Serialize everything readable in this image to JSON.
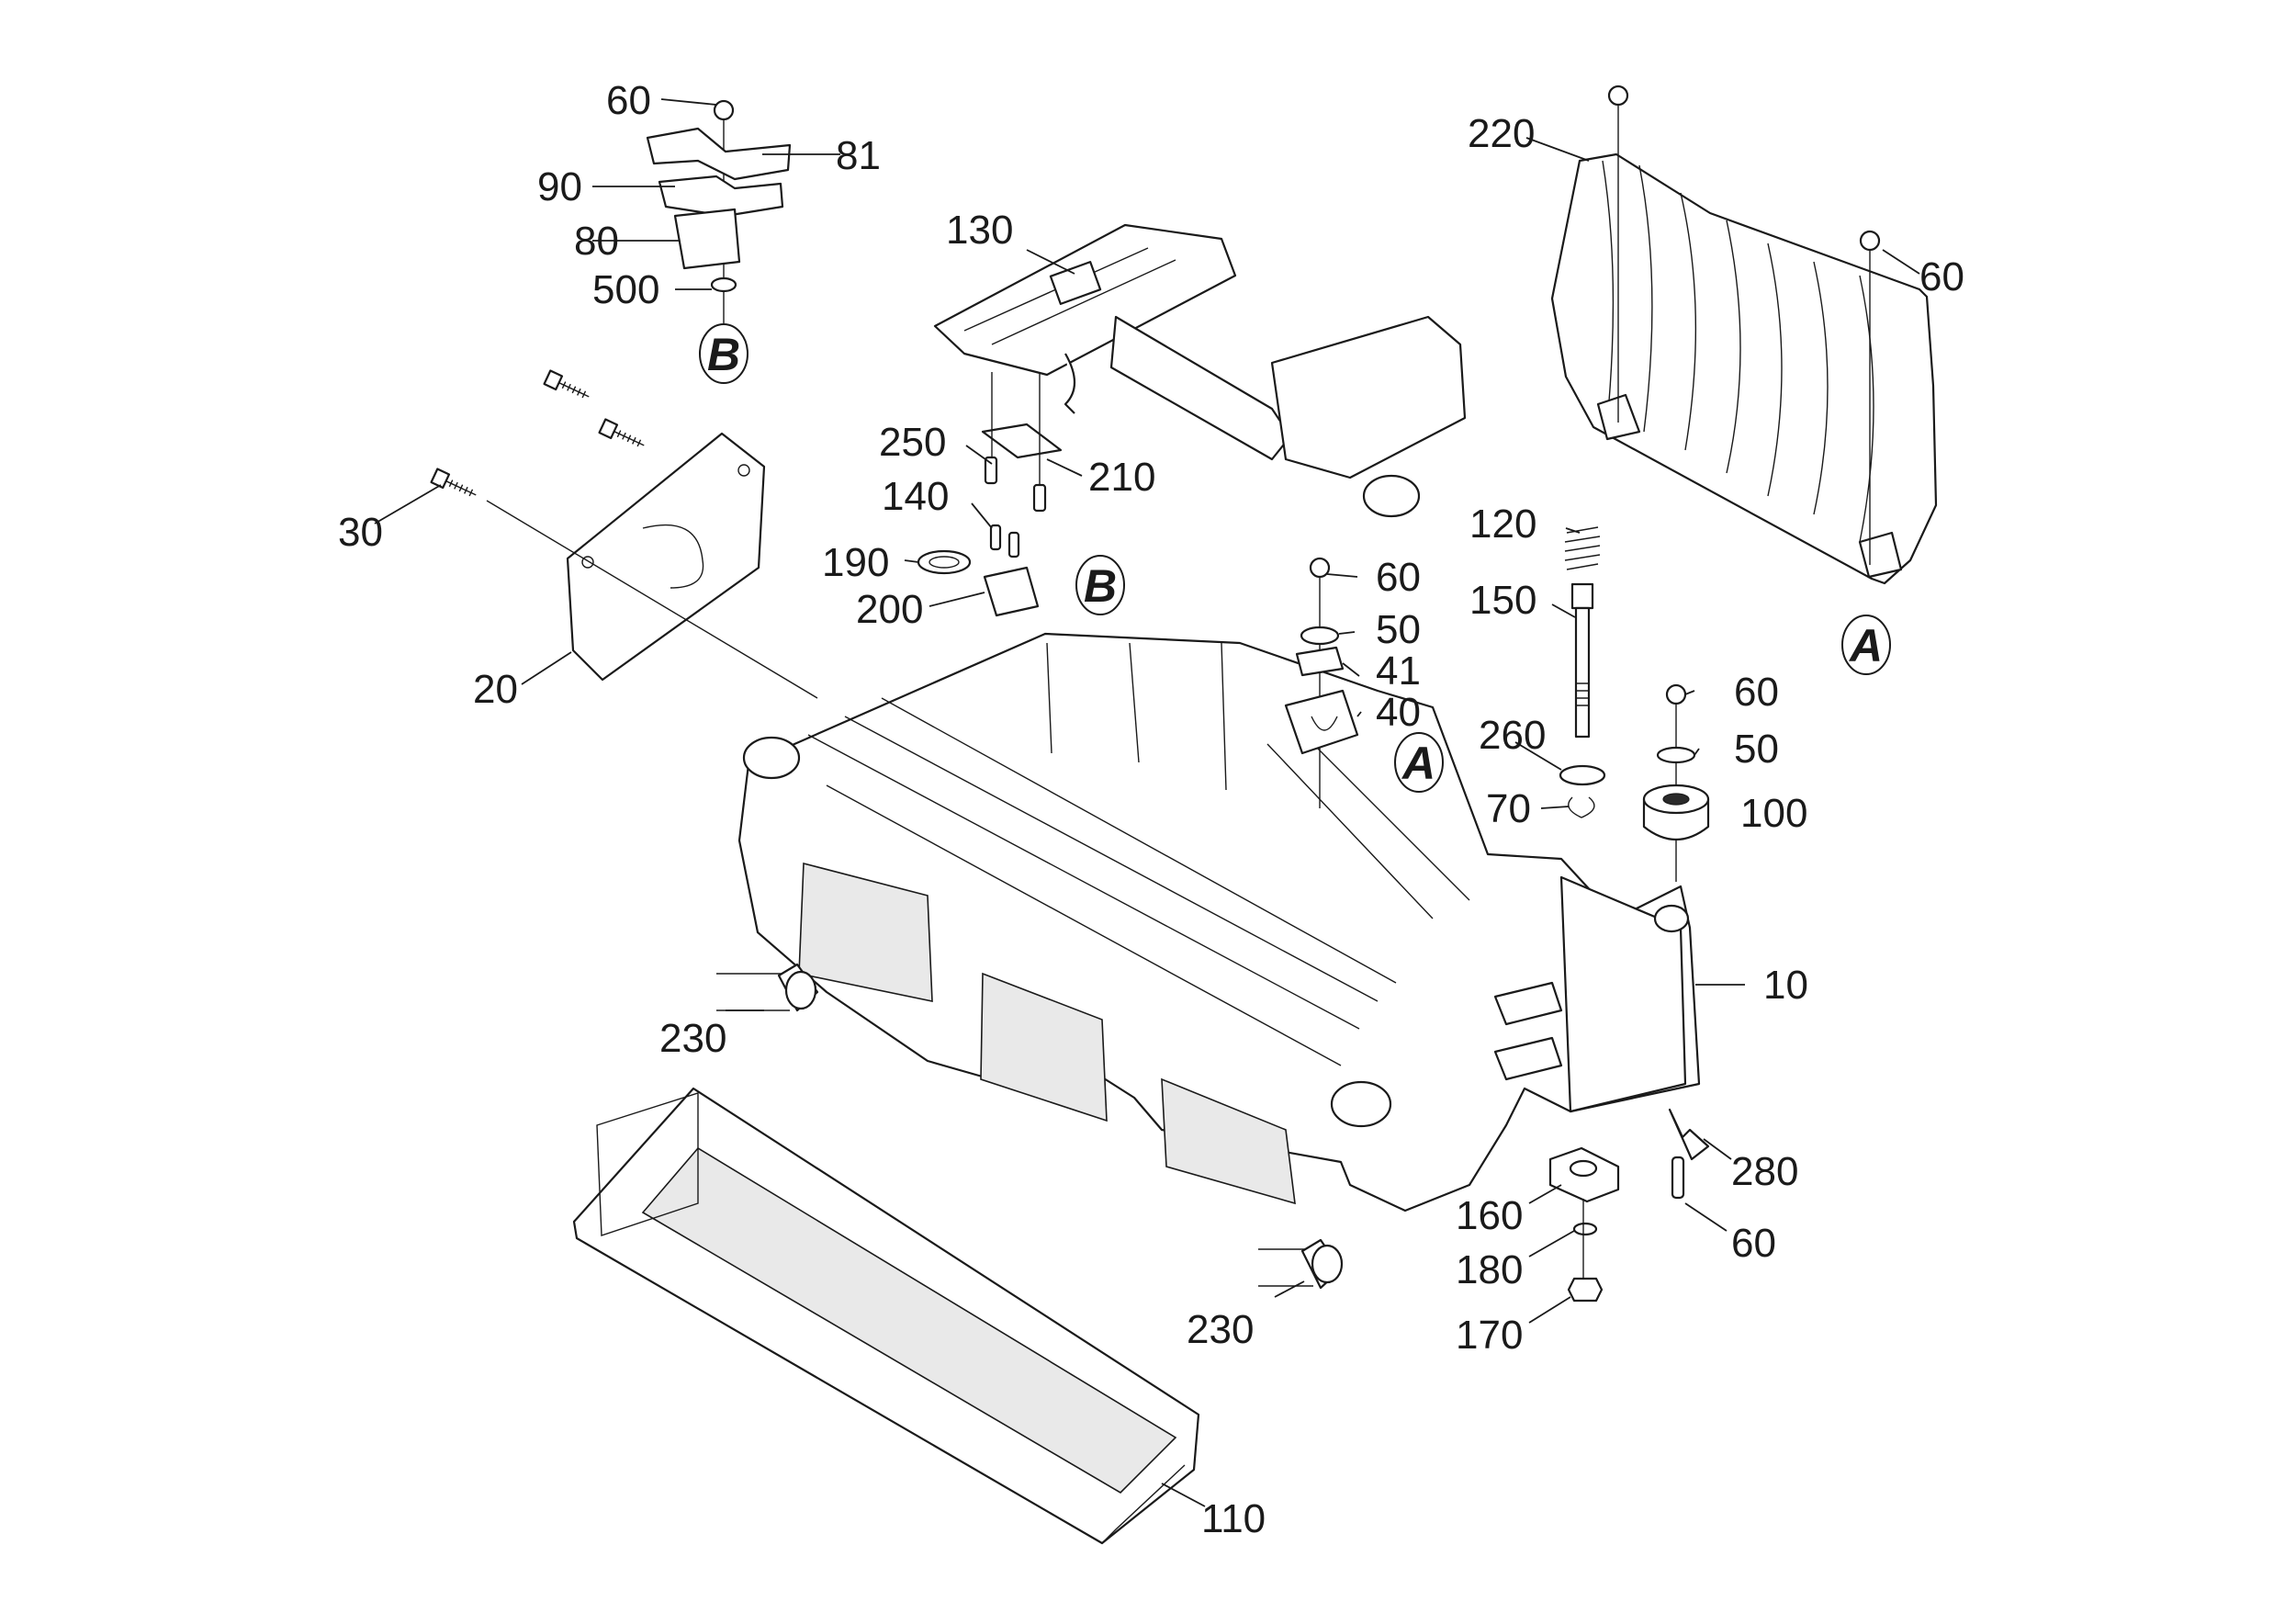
{
  "callouts": [
    {
      "id": "c60a",
      "text": "60"
    },
    {
      "id": "c81",
      "text": "81"
    },
    {
      "id": "c90",
      "text": "90"
    },
    {
      "id": "c80",
      "text": "80"
    },
    {
      "id": "c500",
      "text": "500"
    },
    {
      "id": "c130",
      "text": "130"
    },
    {
      "id": "c220",
      "text": "220"
    },
    {
      "id": "c60b",
      "text": "60"
    },
    {
      "id": "c250",
      "text": "250"
    },
    {
      "id": "c210",
      "text": "210"
    },
    {
      "id": "c30",
      "text": "30"
    },
    {
      "id": "c140",
      "text": "140"
    },
    {
      "id": "c190",
      "text": "190"
    },
    {
      "id": "c200",
      "text": "200"
    },
    {
      "id": "c120",
      "text": "120"
    },
    {
      "id": "c150",
      "text": "150"
    },
    {
      "id": "c60c",
      "text": "60"
    },
    {
      "id": "c50a",
      "text": "50"
    },
    {
      "id": "c41",
      "text": "41"
    },
    {
      "id": "c40",
      "text": "40"
    },
    {
      "id": "c20",
      "text": "20"
    },
    {
      "id": "c260",
      "text": "260"
    },
    {
      "id": "c60d",
      "text": "60"
    },
    {
      "id": "c50b",
      "text": "50"
    },
    {
      "id": "c70",
      "text": "70"
    },
    {
      "id": "c100",
      "text": "100"
    },
    {
      "id": "c10",
      "text": "10"
    },
    {
      "id": "c230a",
      "text": "230"
    },
    {
      "id": "c280",
      "text": "280"
    },
    {
      "id": "c160",
      "text": "160"
    },
    {
      "id": "c60e",
      "text": "60"
    },
    {
      "id": "c180",
      "text": "180"
    },
    {
      "id": "c230b",
      "text": "230"
    },
    {
      "id": "c170",
      "text": "170"
    },
    {
      "id": "c110",
      "text": "110"
    }
  ],
  "markers": [
    {
      "id": "mB1",
      "text": "B"
    },
    {
      "id": "mB2",
      "text": "B"
    },
    {
      "id": "mA1",
      "text": "A"
    },
    {
      "id": "mA2",
      "text": "A"
    }
  ]
}
